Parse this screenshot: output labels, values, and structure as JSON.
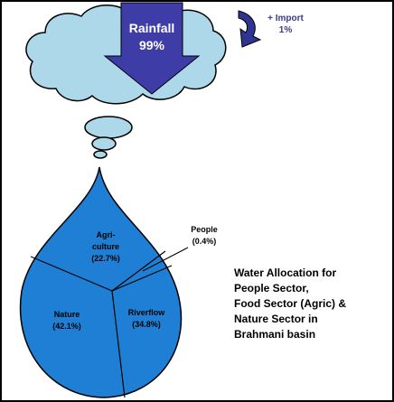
{
  "rainfall": {
    "label": "Rainfall",
    "value": "99%"
  },
  "import": {
    "label": "+ Import",
    "value": "1%"
  },
  "sectors": {
    "agriculture": {
      "label_1": "Agri-",
      "label_2": "culture",
      "value": "(22.7%)"
    },
    "people": {
      "label": "People",
      "value": "(0.4%)"
    },
    "nature": {
      "label": "Nature",
      "value": "(42.1%)"
    },
    "riverflow": {
      "label": "Riverflow",
      "value": "(34.8%)"
    }
  },
  "caption": {
    "line1": "Water Allocation for",
    "line2": "People Sector,",
    "line3": "Food Sector (Agric) &",
    "line4": "Nature Sector in",
    "line5": "Brahmani basin"
  },
  "colors": {
    "drop_fill": "#1f7fd4",
    "cloud_fill": "#add8ea",
    "arrow_fill": "#3e3da8",
    "import_text": "#3a3a8c",
    "curved_arrow": "#2f3490",
    "outline": "#000000"
  }
}
